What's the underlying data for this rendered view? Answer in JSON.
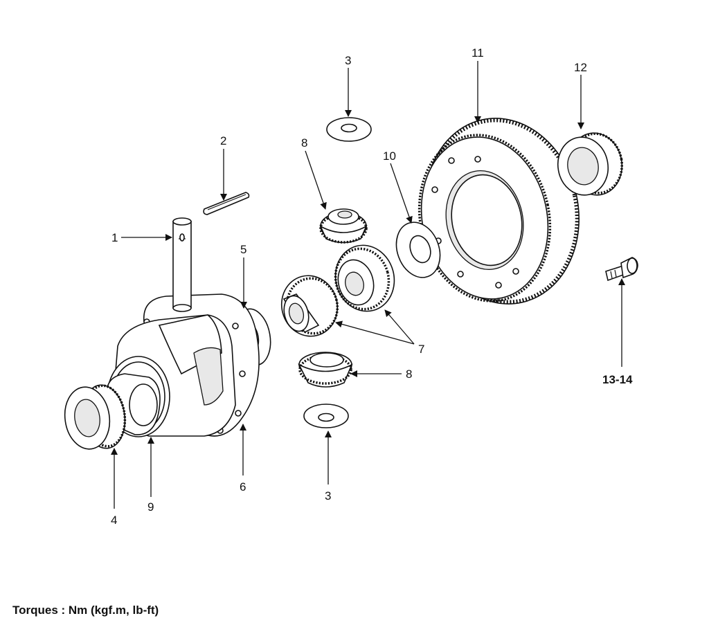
{
  "labels": {
    "shaft": "1",
    "pin": "2",
    "washer_top": "3",
    "washer_bottom": "3",
    "bearing_left": "4",
    "washer_case": "5",
    "case_flange": "6",
    "side_gears": "7",
    "pinion_top": "8",
    "pinion_bottom": "8",
    "case_body": "9",
    "washer_side": "10",
    "ring_gear": "11",
    "bearing_right": "12",
    "bolt": "13-14"
  },
  "footnote": "Torques : Nm (kgf.m, lb-ft)"
}
